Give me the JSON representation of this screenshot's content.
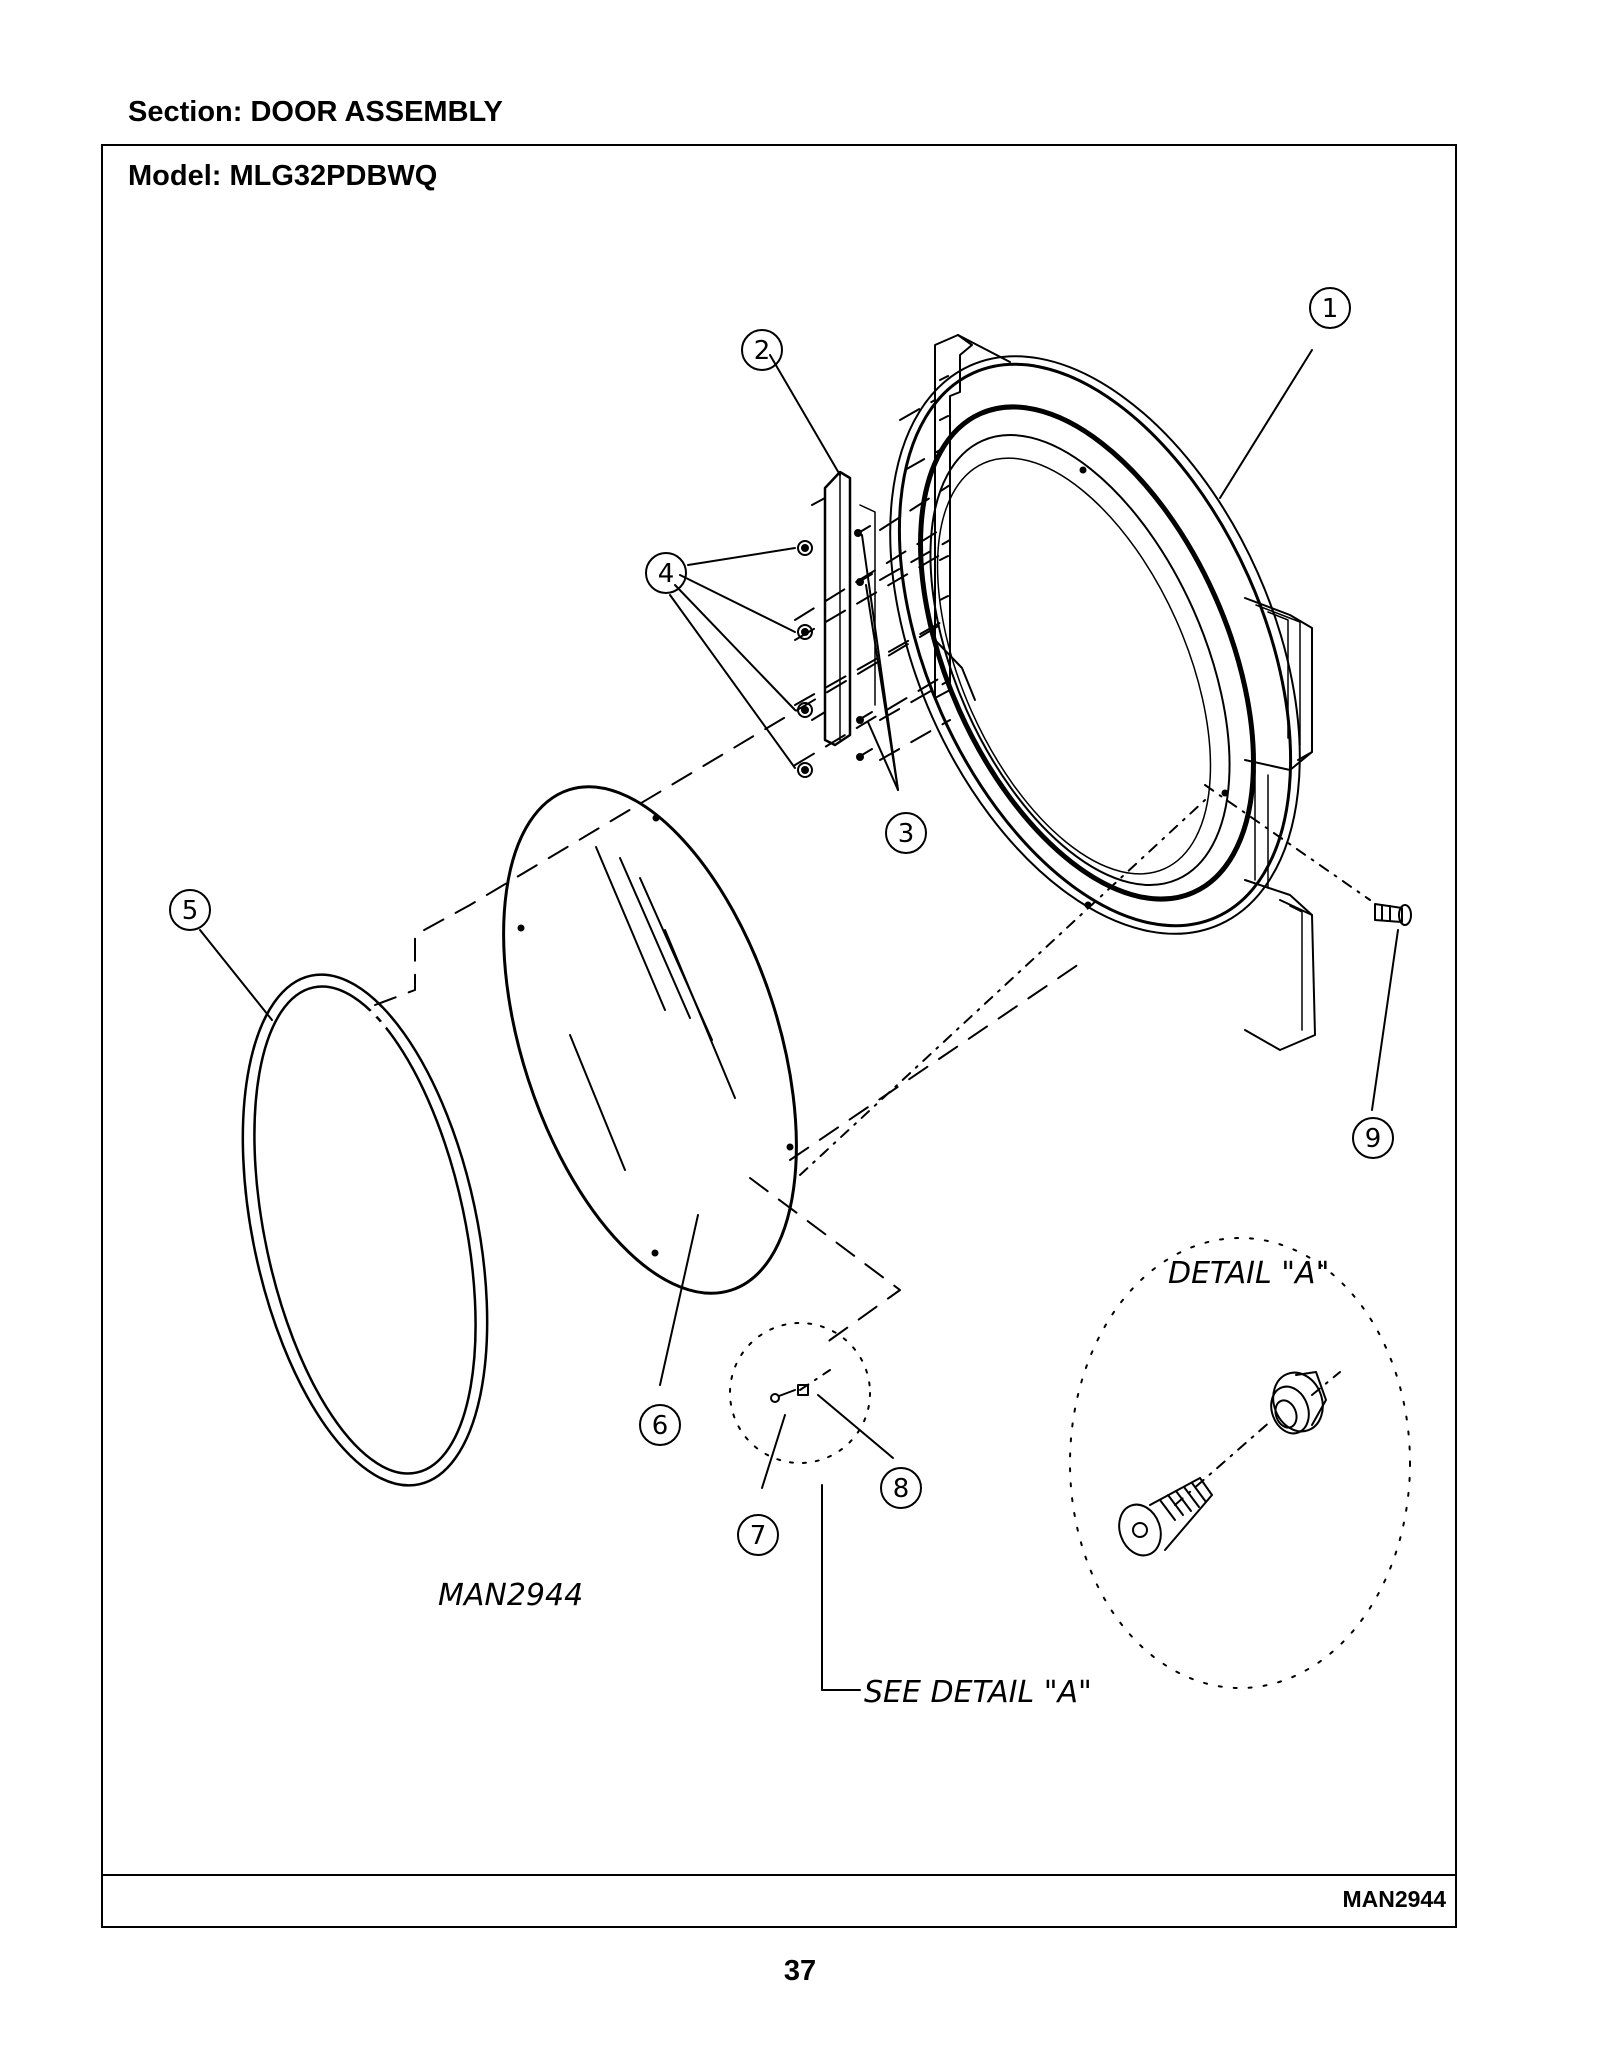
{
  "header": {
    "section": "Section:  DOOR ASSEMBLY",
    "model": "Model:  MLG32PDBWQ"
  },
  "diagram": {
    "drawing_code": "MAN2944",
    "detail_title": "DETAIL \"A\"",
    "see_detail": "SEE DETAIL \"A\"",
    "callouts": [
      "1",
      "2",
      "3",
      "4",
      "5",
      "6",
      "7",
      "8",
      "9"
    ]
  },
  "footer": {
    "code": "MAN2944",
    "page_number": "37"
  }
}
